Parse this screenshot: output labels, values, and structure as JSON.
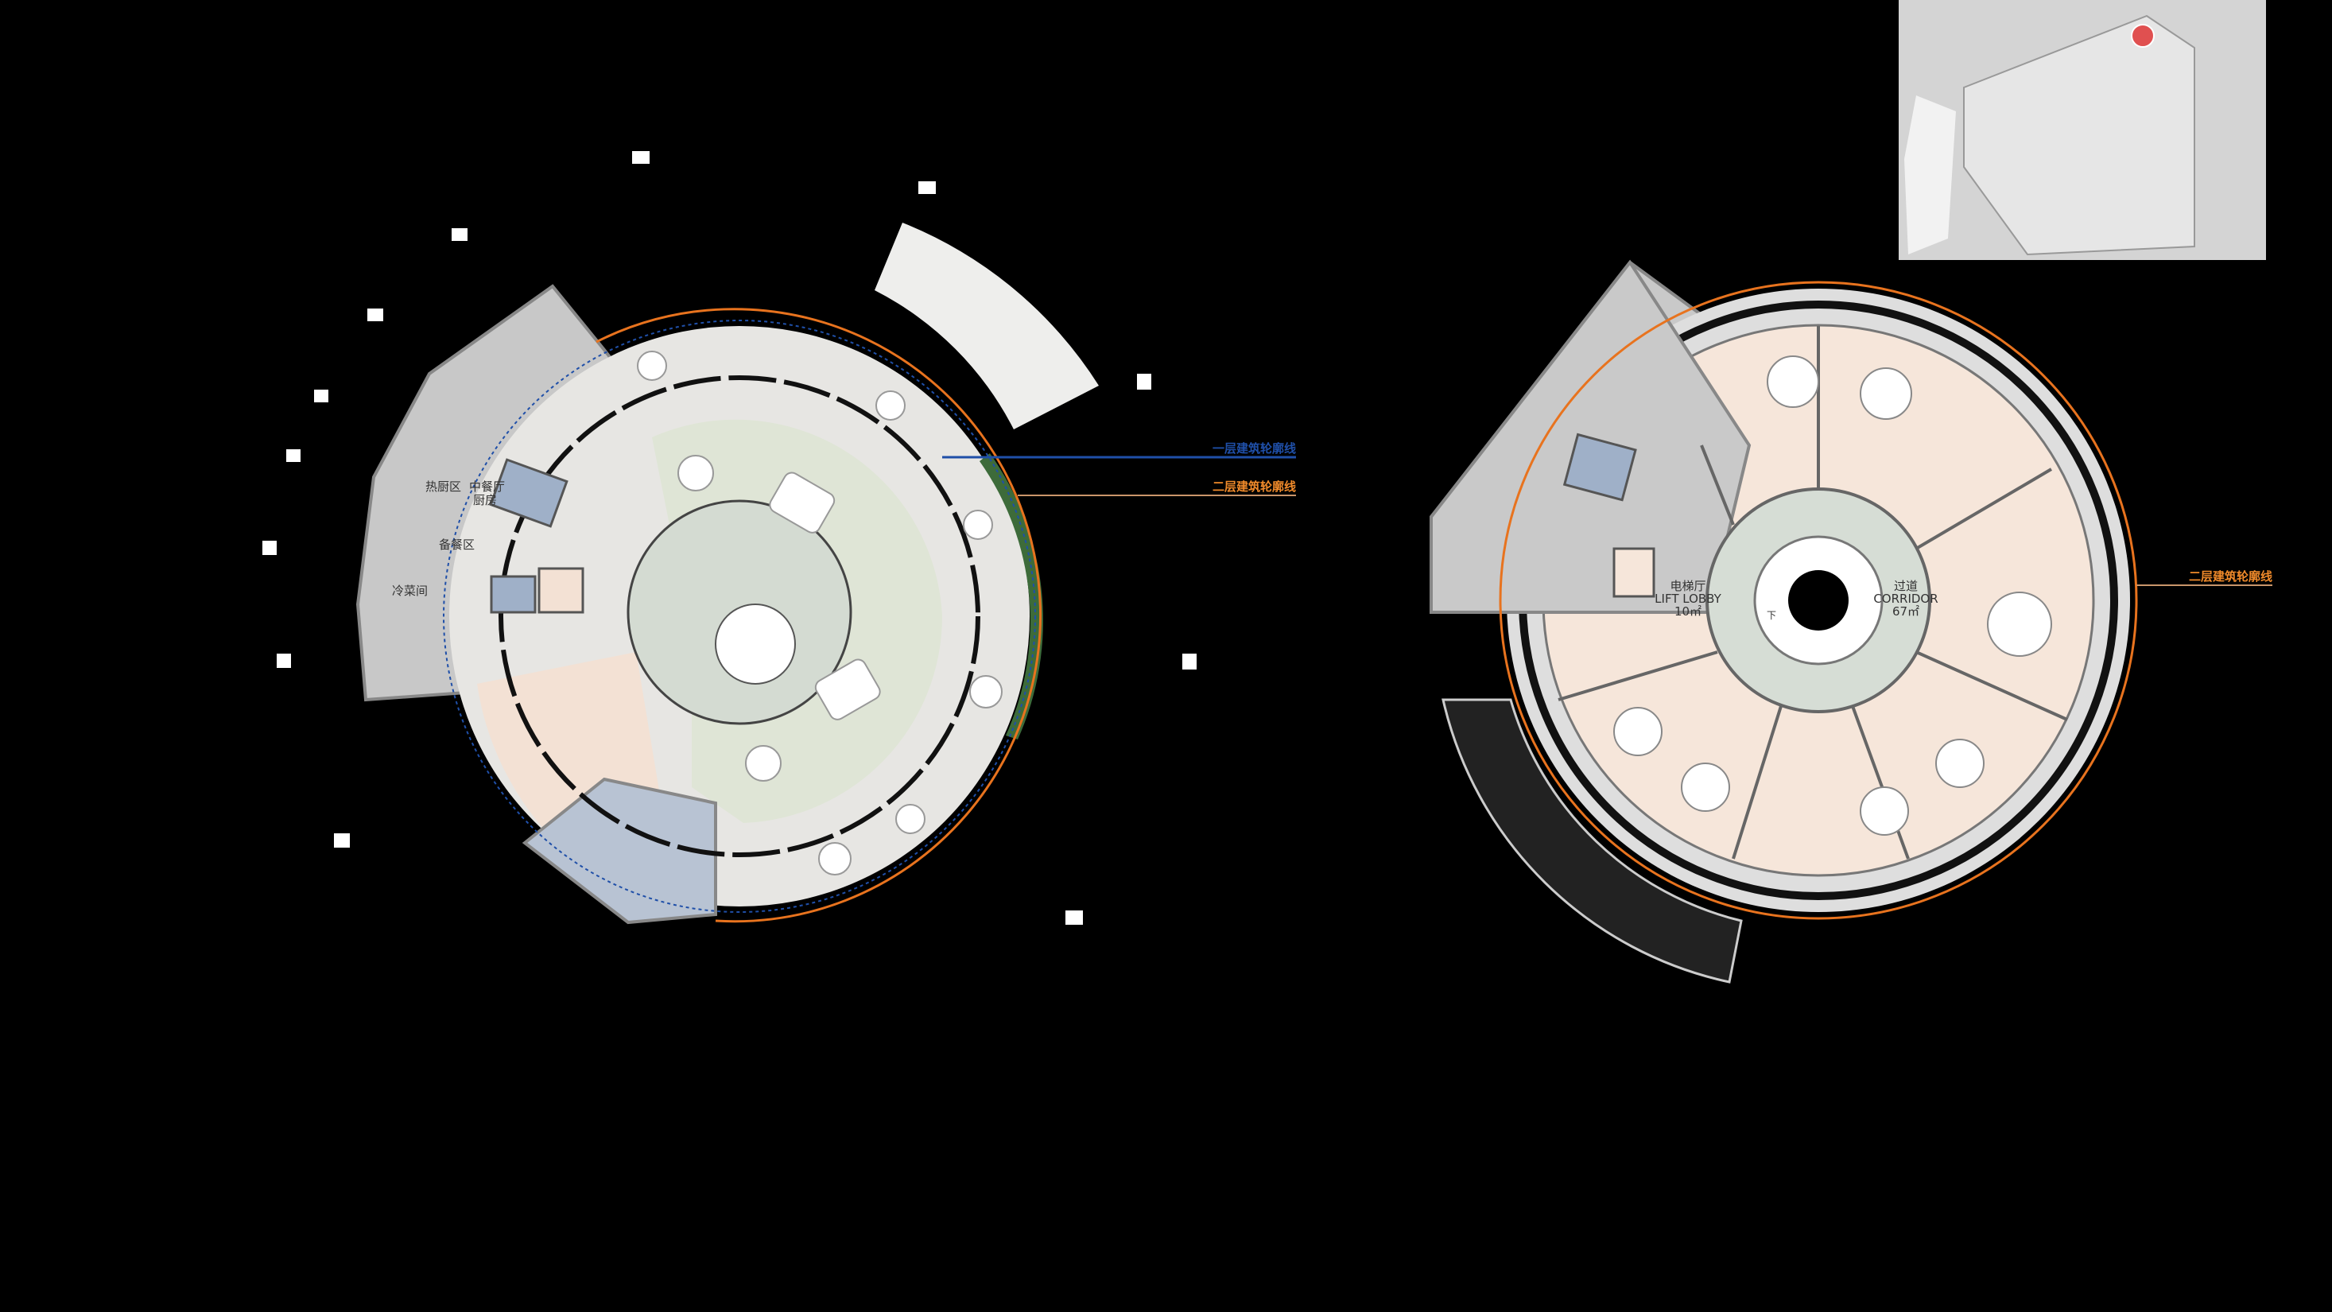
{
  "colors": {
    "background": "#000000",
    "ground_floor_outline": "#1f4fa8",
    "upper_floor_outline": "#e8731e",
    "plaza_green": "#dfe5d6",
    "banquet_peach": "#f6e6da",
    "service_grey": "#c9c9c9",
    "core_blue": "#9fb0c8"
  },
  "legend": {
    "ground_floor_line": "一层建筑轮廓线",
    "upper_floor_line_left": "二层建筑轮廓线",
    "upper_floor_line_right": "二层建筑轮廓线"
  },
  "left_plan": {
    "rooms": {
      "hot_kitchen": "热厨区",
      "chinese_kitchen_1": "中餐厅",
      "chinese_kitchen_2": "厨房",
      "prep_area": "备餐区",
      "cold_dish_room": "冷菜间"
    }
  },
  "right_plan": {
    "lift_lobby_cn": "电梯厅",
    "lift_lobby_en": "LIFT LOBBY",
    "lift_lobby_area": "10㎡",
    "corridor_cn": "过道",
    "corridor_en": "CORRIDOR",
    "corridor_area": "67㎡",
    "stair_down": "下"
  }
}
